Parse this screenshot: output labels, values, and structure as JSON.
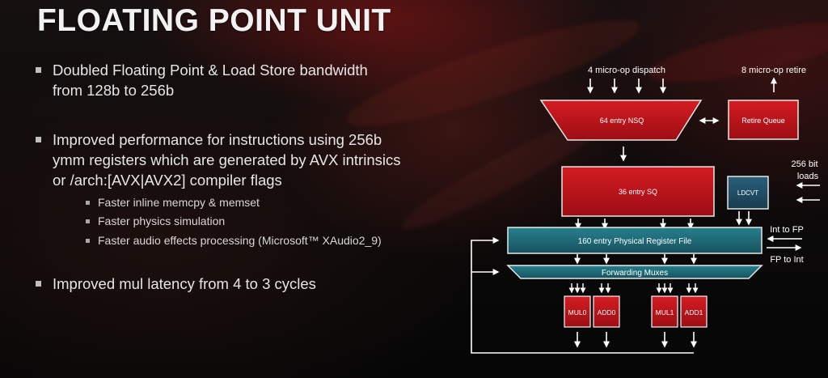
{
  "title": "FLOATING POINT UNIT",
  "bullets": [
    {
      "lines": [
        "Doubled Floating Point & Load Store bandwidth",
        "from 128b to 256b"
      ],
      "sub": []
    },
    {
      "lines": [
        "Improved performance for instructions using 256b",
        "ymm registers which are generated by AVX intrinsics",
        "or /arch:[AVX|AVX2] compiler flags"
      ],
      "sub": [
        "Faster inline memcpy & memset",
        "Faster physics simulation",
        "Faster audio effects processing (Microsoft™ XAudio2_9)"
      ]
    },
    {
      "lines": [
        "Improved mul latency from 4 to 3 cycles"
      ],
      "sub": []
    }
  ],
  "diagram": {
    "dispatch_label": "4 micro-op dispatch",
    "retire_label": "8 micro-op retire",
    "nsq_label": "64 entry NSQ",
    "retire_queue_label": "Retire Queue",
    "sq_label": "36 entry SQ",
    "loads_label_1": "256 bit",
    "loads_label_2": "loads",
    "ldcvt_label": "LDCVT",
    "prf_label": "160 entry Physical Register File",
    "int_to_fp_label": "Int to FP",
    "fp_to_int_label": "FP to Int",
    "muxes_label": "Forwarding Muxes",
    "units": [
      "MUL0",
      "ADD0",
      "MUL1",
      "ADD1"
    ]
  },
  "colors": {
    "red_unit": "#c0141c",
    "teal_unit": "#1f6c7a",
    "arrow": "#ffffff"
  }
}
